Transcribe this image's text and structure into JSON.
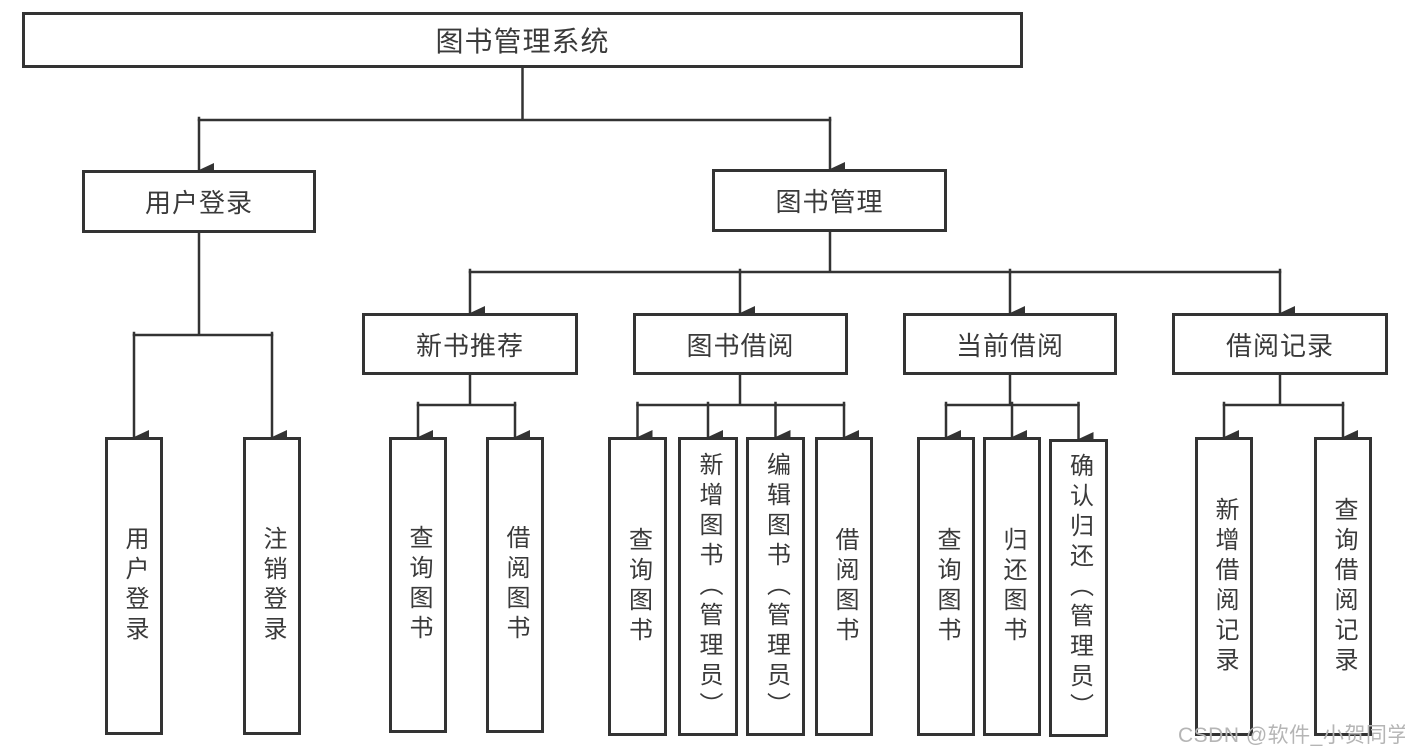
{
  "tree": {
    "label": "图书管理系统",
    "children": [
      {
        "label": "用户登录",
        "children": [
          {
            "label": "用户登录"
          },
          {
            "label": "注销登录"
          }
        ]
      },
      {
        "label": "图书管理",
        "children": [
          {
            "label": "新书推荐",
            "children": [
              {
                "label": "查询图书"
              },
              {
                "label": "借阅图书"
              }
            ]
          },
          {
            "label": "图书借阅",
            "children": [
              {
                "label": "查询图书"
              },
              {
                "label": "新增图书（管理员）"
              },
              {
                "label": "编辑图书（管理员）"
              },
              {
                "label": "借阅图书"
              }
            ]
          },
          {
            "label": "当前借阅",
            "children": [
              {
                "label": "查询图书"
              },
              {
                "label": "归还图书"
              },
              {
                "label": "确认归还（管理员）"
              }
            ]
          },
          {
            "label": "借阅记录",
            "children": [
              {
                "label": "新增借阅记录"
              },
              {
                "label": "查询借阅记录"
              }
            ]
          }
        ]
      }
    ]
  },
  "watermark": {
    "text": "CSDN @软件_小贺同学"
  },
  "colors": {
    "line": "#333333",
    "text": "#3a3a3a",
    "box_background": "#ffffff",
    "page_background": "#ffffff",
    "watermark": "#b5b5b5"
  }
}
